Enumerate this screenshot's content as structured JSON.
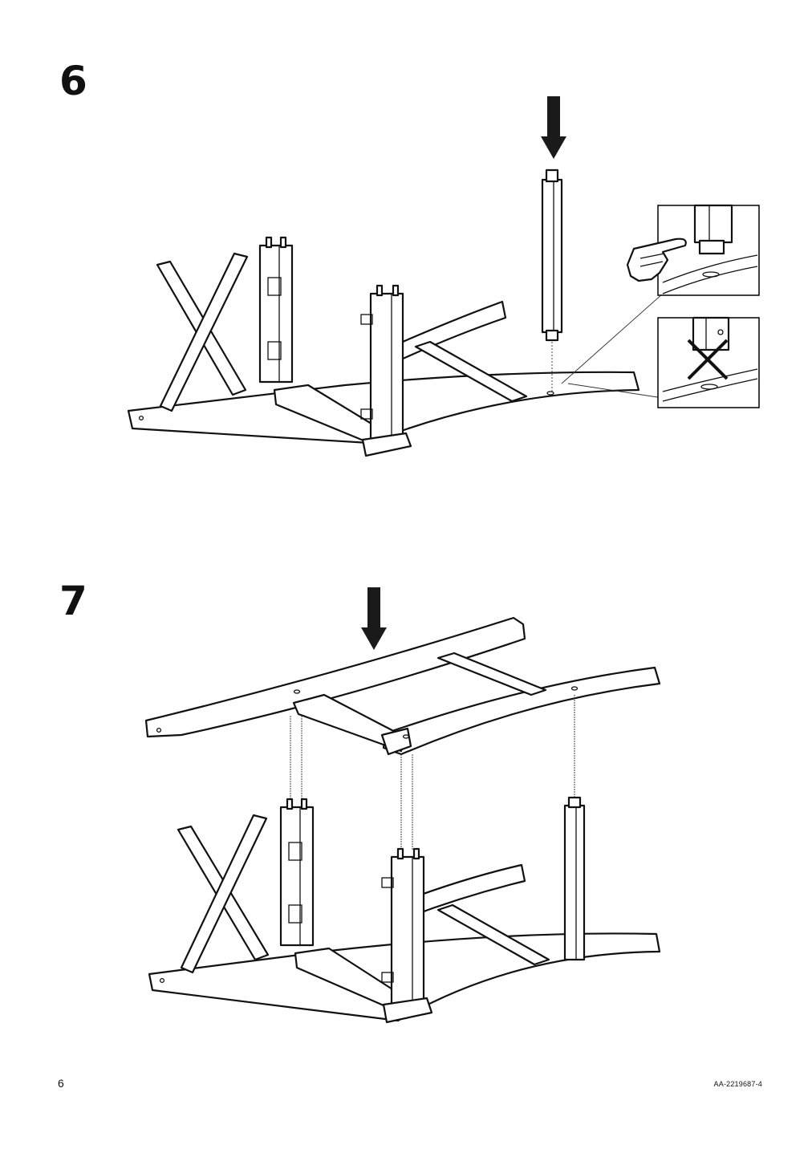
{
  "steps": [
    {
      "number": "6"
    },
    {
      "number": "7"
    }
  ],
  "footer": {
    "page_number": "6",
    "document_code": "AA-2219687-4"
  }
}
